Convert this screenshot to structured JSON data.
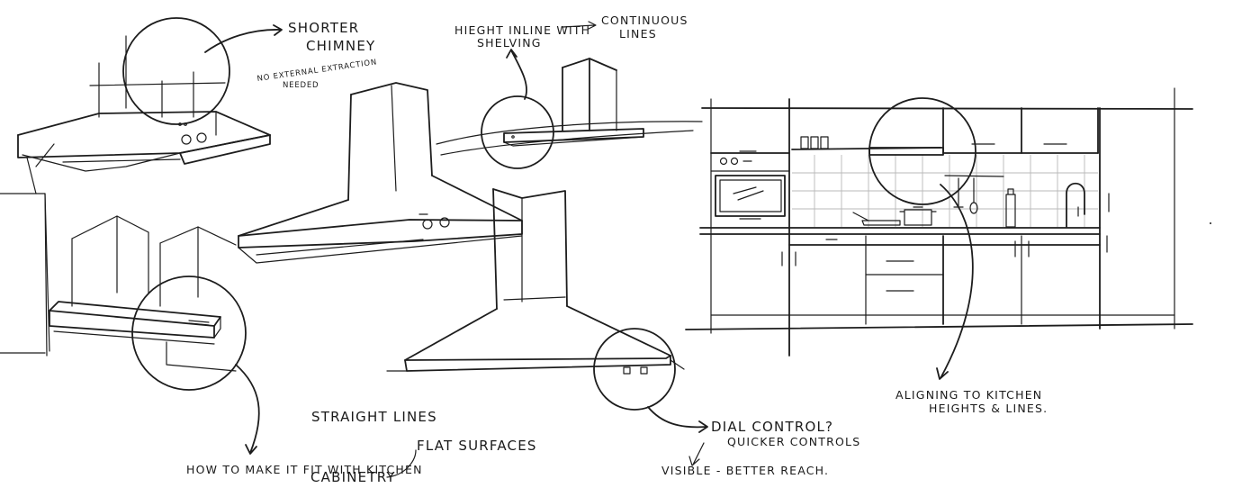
{
  "annotations": {
    "shorter_chimney_1": "SHORTER",
    "shorter_chimney_2": "CHIMNEY",
    "no_extraction_1": "NO EXTERNAL EXTRACTION",
    "no_extraction_2": "NEEDED",
    "height_inline_1": "HIEGHT INLINE WITH",
    "height_inline_2": "SHELVING",
    "continuous_1": "CONTINUOUS",
    "continuous_2": "LINES",
    "straight_lines": "STRAIGHT LINES",
    "flat_surfaces": "FLAT SURFACES",
    "fit_cabinetry_1": "HOW TO MAKE IT FIT WITH KITCHEN",
    "fit_cabinetry_2": "CABINETRY",
    "dial_control": "DIAL CONTROL?",
    "quicker_controls": "QUICKER CONTROLS",
    "visible_reach": "VISIBLE - BETTER REACH.",
    "aligning_1": "ALIGNING TO KITCHEN",
    "aligning_2": "HEIGHTS & LINES."
  },
  "colors": {
    "ink": "#1d1d1d",
    "paper": "#ffffff",
    "tile_grid": "#b9b9b9"
  }
}
